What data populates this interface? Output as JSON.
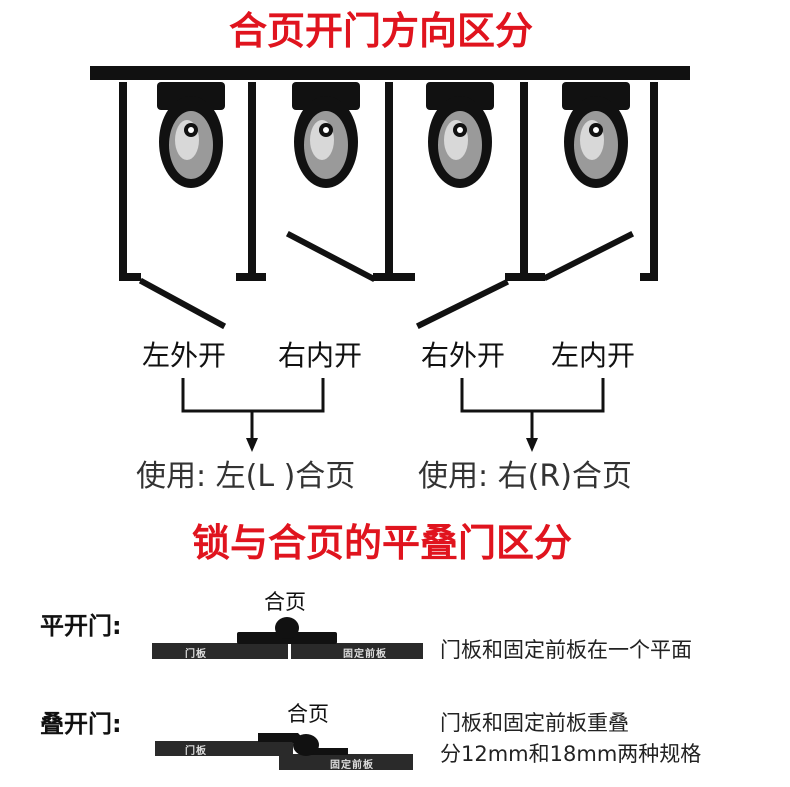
{
  "top_title": "合页开门方向区分",
  "door_labels": {
    "left_outward": "左外开",
    "right_inward": "右内开",
    "right_outward": "右外开",
    "left_inward": "左内开"
  },
  "usage": {
    "left": "使用: 左(L )合页",
    "right": "使用: 右(R)合页"
  },
  "second_title": "锁与合页的平叠门区分",
  "flat_door": {
    "label": "平开门:",
    "hinge": "合页",
    "plate_door": "门板",
    "plate_front": "固定前板",
    "note": "门板和固定前板在一个平面"
  },
  "overlap_door": {
    "label": "叠开门:",
    "hinge": "合页",
    "plate_door": "门板",
    "plate_front": "固定前板",
    "note_line1": "门板和固定前板重叠",
    "note_line2": "分12mm和18mm两种规格"
  }
}
